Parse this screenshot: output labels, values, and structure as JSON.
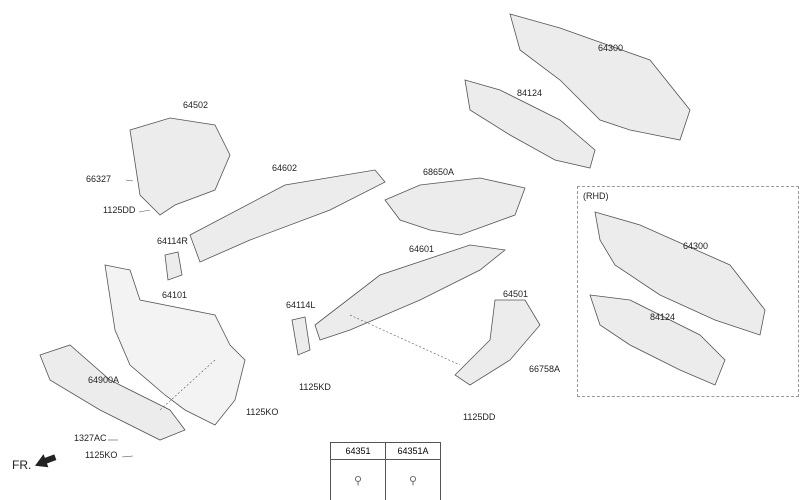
{
  "labels": {
    "p64300_top": "64300",
    "p84124_top": "84124",
    "p64502": "64502",
    "p66327": "66327",
    "p64602": "64602",
    "p68650A": "68650A",
    "p1125DD_left": "1125DD",
    "p64114R": "64114R",
    "p64101": "64101",
    "p64601": "64601",
    "p64114L": "64114L",
    "p64501": "64501",
    "p64900A": "64900A",
    "p1125KD": "1125KD",
    "p66758A": "66758A",
    "p1125KO_mid": "1125KO",
    "p1125DD_bottom": "1125DD",
    "p1327AC": "1327AC",
    "p1125KO_left": "1125KO",
    "rhd_title": "(RHD)",
    "p64300_rhd": "64300",
    "p84124_rhd": "84124"
  },
  "table": {
    "headers": [
      "64351",
      "64351A"
    ],
    "icons": [
      "clip-icon",
      "clip-icon"
    ]
  },
  "direction": {
    "label": "FR."
  }
}
